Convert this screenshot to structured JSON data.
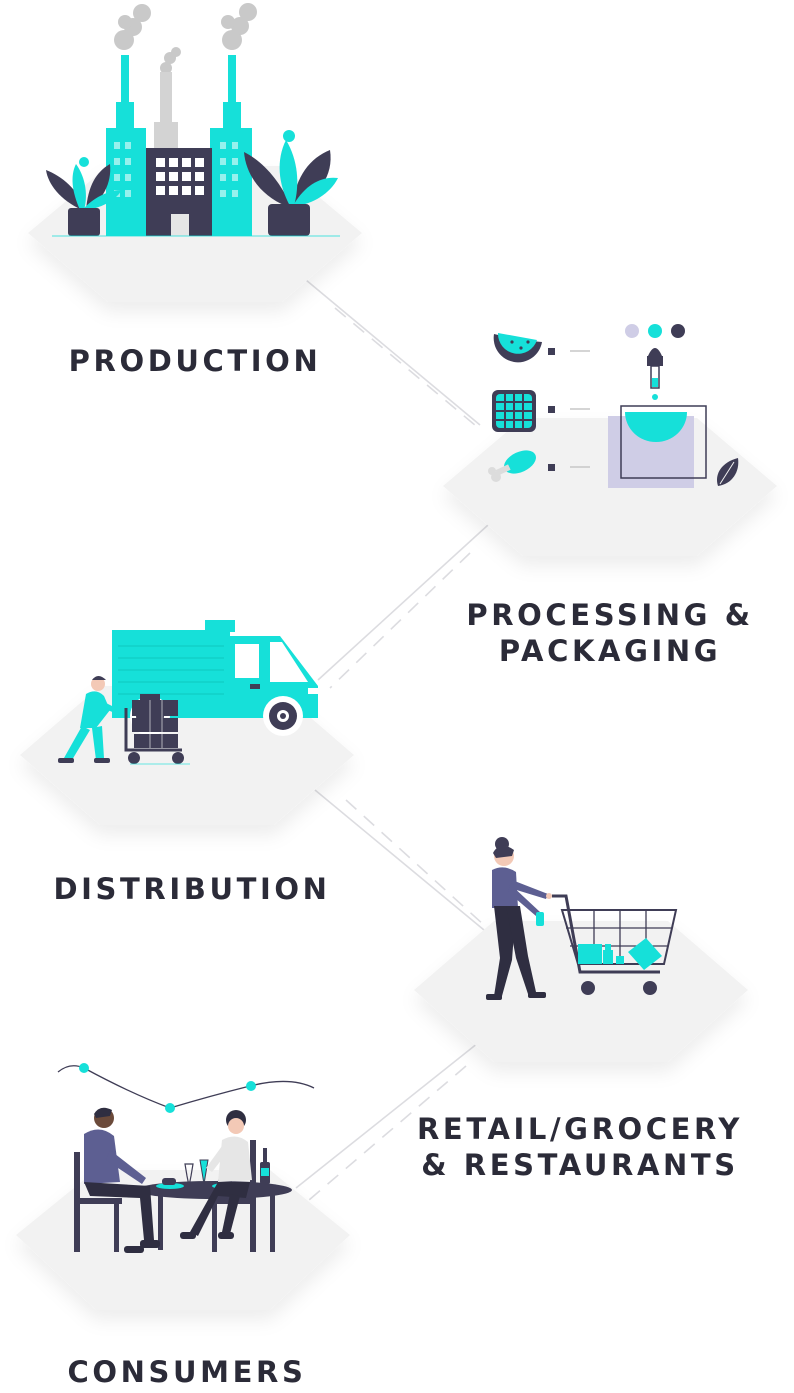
{
  "stages": [
    {
      "id": "production",
      "lines": [
        "PRODUCTION"
      ]
    },
    {
      "id": "processing",
      "lines": [
        "PROCESSING &",
        "PACKAGING"
      ]
    },
    {
      "id": "distribution",
      "lines": [
        "DISTRIBUTION"
      ]
    },
    {
      "id": "retail",
      "lines": [
        "RETAIL/GROCERY",
        "& RESTAURANTS"
      ]
    },
    {
      "id": "consumers",
      "lines": [
        "CONSUMERS"
      ]
    }
  ],
  "colors": {
    "accent": "#16e0d9",
    "dark": "#3f3d56",
    "label": "#2b2b38",
    "platform": "#f2f2f2",
    "connector": "#dcdce0",
    "lavender": "#cfcde6",
    "skin": "#f3c9b6",
    "skin_dark": "#6b4a3a",
    "sweater": "#5d5f92"
  }
}
